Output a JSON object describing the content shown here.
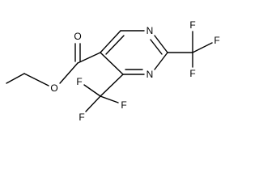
{
  "molecule": {
    "atoms": {
      "carbonyl_oxygen": "O",
      "ester_oxygen": "O",
      "ring_n1": "N",
      "ring_n3": "N",
      "cf3_top": {
        "f1": "F",
        "f2": "F",
        "f3": "F"
      },
      "cf3_bottom": {
        "f1": "F",
        "f2": "F",
        "f3": "F"
      }
    }
  }
}
